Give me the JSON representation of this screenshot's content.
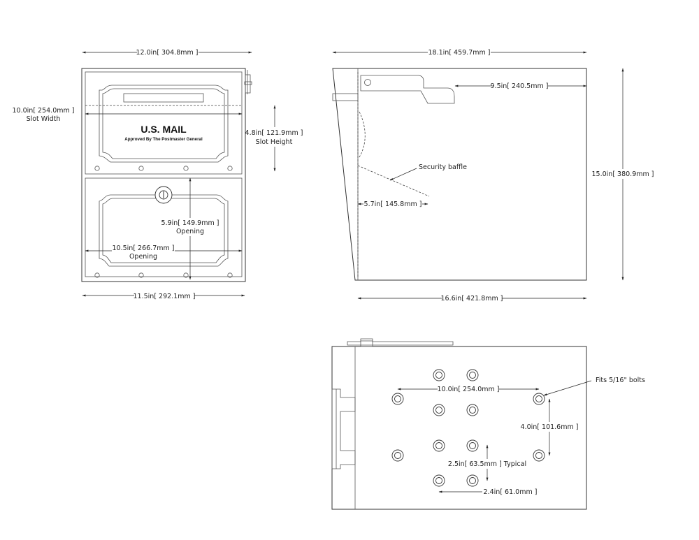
{
  "front_view": {
    "overall_width": "12.0in[ 304.8mm ]",
    "slot_width_value": "10.0in[ 254.0mm ]",
    "slot_width_label": "Slot Width",
    "slot_height_value": "4.8in[ 121.9mm ]",
    "slot_height_label": "Slot Height",
    "door_title": "U.S. MAIL",
    "door_subtitle": "Approved By The Postmaster General",
    "opening_height_value": "5.9in[ 149.9mm ]",
    "opening_height_label": "Opening",
    "opening_width_value": "10.5in[ 266.7mm ]",
    "opening_width_label": "Opening",
    "base_width": "11.5in[ 292.1mm ]"
  },
  "side_view": {
    "overall_depth": "18.1in[ 459.7mm ]",
    "lid_depth": "9.5in[ 240.5mm ]",
    "baffle_label": "Security baffle",
    "baffle_offset": "5.7in[ 145.8mm ]",
    "height": "15.0in[ 380.9mm ]",
    "body_depth": "16.6in[ 421.8mm ]"
  },
  "bottom_view": {
    "bolt_note": "Fits 5/16\" bolts",
    "bolt_span_width": "10.0in[ 254.0mm ]",
    "bolt_span_height": "4.0in[ 101.6mm ]",
    "hole_pitch_vertical": "2.5in[ 63.5mm ] Typical",
    "hole_pitch_horizontal": "2.4in[ 61.0mm ]"
  }
}
